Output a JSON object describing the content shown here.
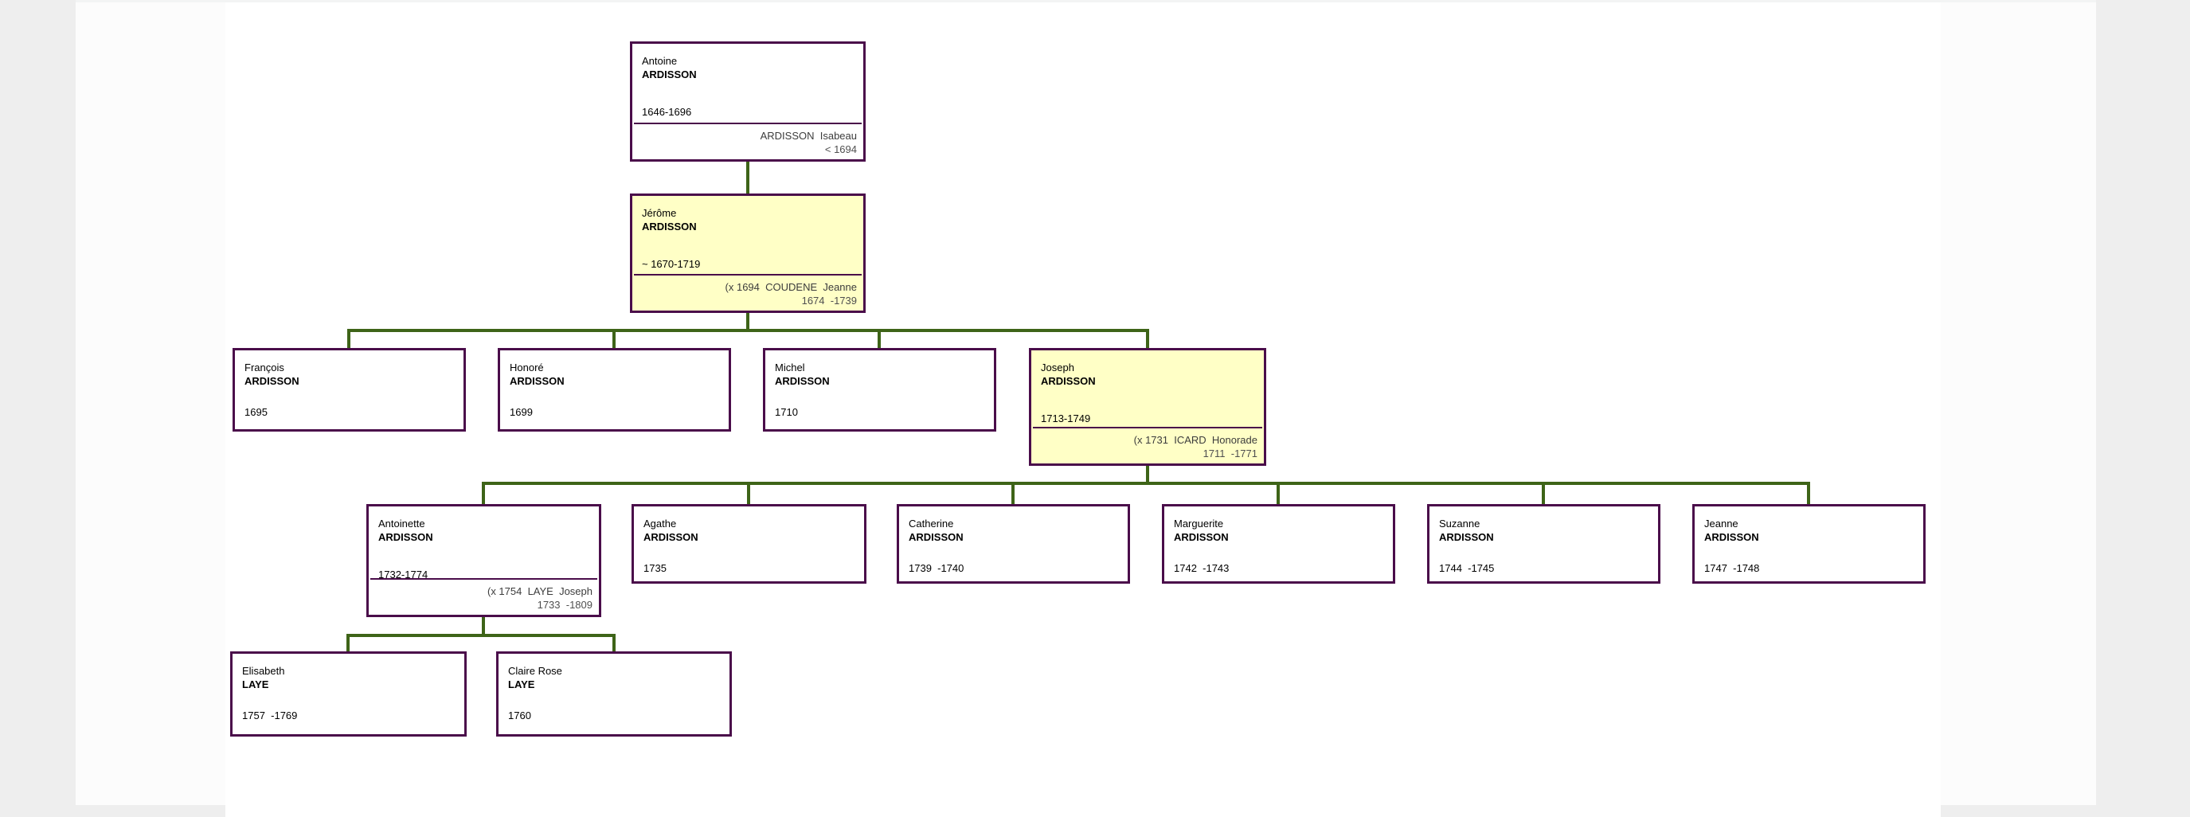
{
  "colors": {
    "outer_background": "#eeeeee",
    "sheet_background": "#fcfcfc",
    "canvas_background": "#ffffff",
    "box_border": "#4a0d4a",
    "highlight_fill": "#ffffc6",
    "connector_line": "#3e6418",
    "name_text": "#000000",
    "marriage_text": "#4f4f4f"
  },
  "persons": [
    {
      "given": "Antoine",
      "surname": "ARDISSON",
      "dates": "1646-1696",
      "spouse": "ARDISSON  Isabeau",
      "spouse_dates": "< 1694",
      "highlighted": false
    },
    {
      "given": "Jérôme",
      "surname": "ARDISSON",
      "dates": "~ 1670-1719",
      "spouse": "(x 1694  COUDENE  Jeanne",
      "spouse_dates": "1674  -1739",
      "highlighted": true
    },
    {
      "given": "François",
      "surname": "ARDISSON",
      "dates": "1695",
      "spouse": "",
      "spouse_dates": "",
      "highlighted": false
    },
    {
      "given": "Honoré",
      "surname": "ARDISSON",
      "dates": "1699",
      "spouse": "",
      "spouse_dates": "",
      "highlighted": false
    },
    {
      "given": "Michel",
      "surname": "ARDISSON",
      "dates": "1710",
      "spouse": "",
      "spouse_dates": "",
      "highlighted": false
    },
    {
      "given": "Joseph",
      "surname": "ARDISSON",
      "dates": "1713-1749",
      "spouse": "(x 1731  ICARD  Honorade",
      "spouse_dates": "1711  -1771",
      "highlighted": true
    },
    {
      "given": "Antoinette",
      "surname": "ARDISSON",
      "dates": "1732-1774",
      "spouse": "(x 1754  LAYE  Joseph",
      "spouse_dates": "1733  -1809",
      "highlighted": false
    },
    {
      "given": "Agathe",
      "surname": "ARDISSON",
      "dates": "1735",
      "spouse": "",
      "spouse_dates": "",
      "highlighted": false
    },
    {
      "given": "Catherine",
      "surname": "ARDISSON",
      "dates": "1739  -1740",
      "spouse": "",
      "spouse_dates": "",
      "highlighted": false
    },
    {
      "given": "Marguerite",
      "surname": "ARDISSON",
      "dates": "1742  -1743",
      "spouse": "",
      "spouse_dates": "",
      "highlighted": false
    },
    {
      "given": "Suzanne",
      "surname": "ARDISSON",
      "dates": "1744  -1745",
      "spouse": "",
      "spouse_dates": "",
      "highlighted": false
    },
    {
      "given": "Jeanne",
      "surname": "ARDISSON",
      "dates": "1747  -1748",
      "spouse": "",
      "spouse_dates": "",
      "highlighted": false
    },
    {
      "given": "Elisabeth",
      "surname": "LAYE",
      "dates": "1757  -1769",
      "spouse": "",
      "spouse_dates": "",
      "highlighted": false
    },
    {
      "given": "Claire Rose",
      "surname": "LAYE",
      "dates": "1760",
      "spouse": "",
      "spouse_dates": "",
      "highlighted": false
    }
  ]
}
